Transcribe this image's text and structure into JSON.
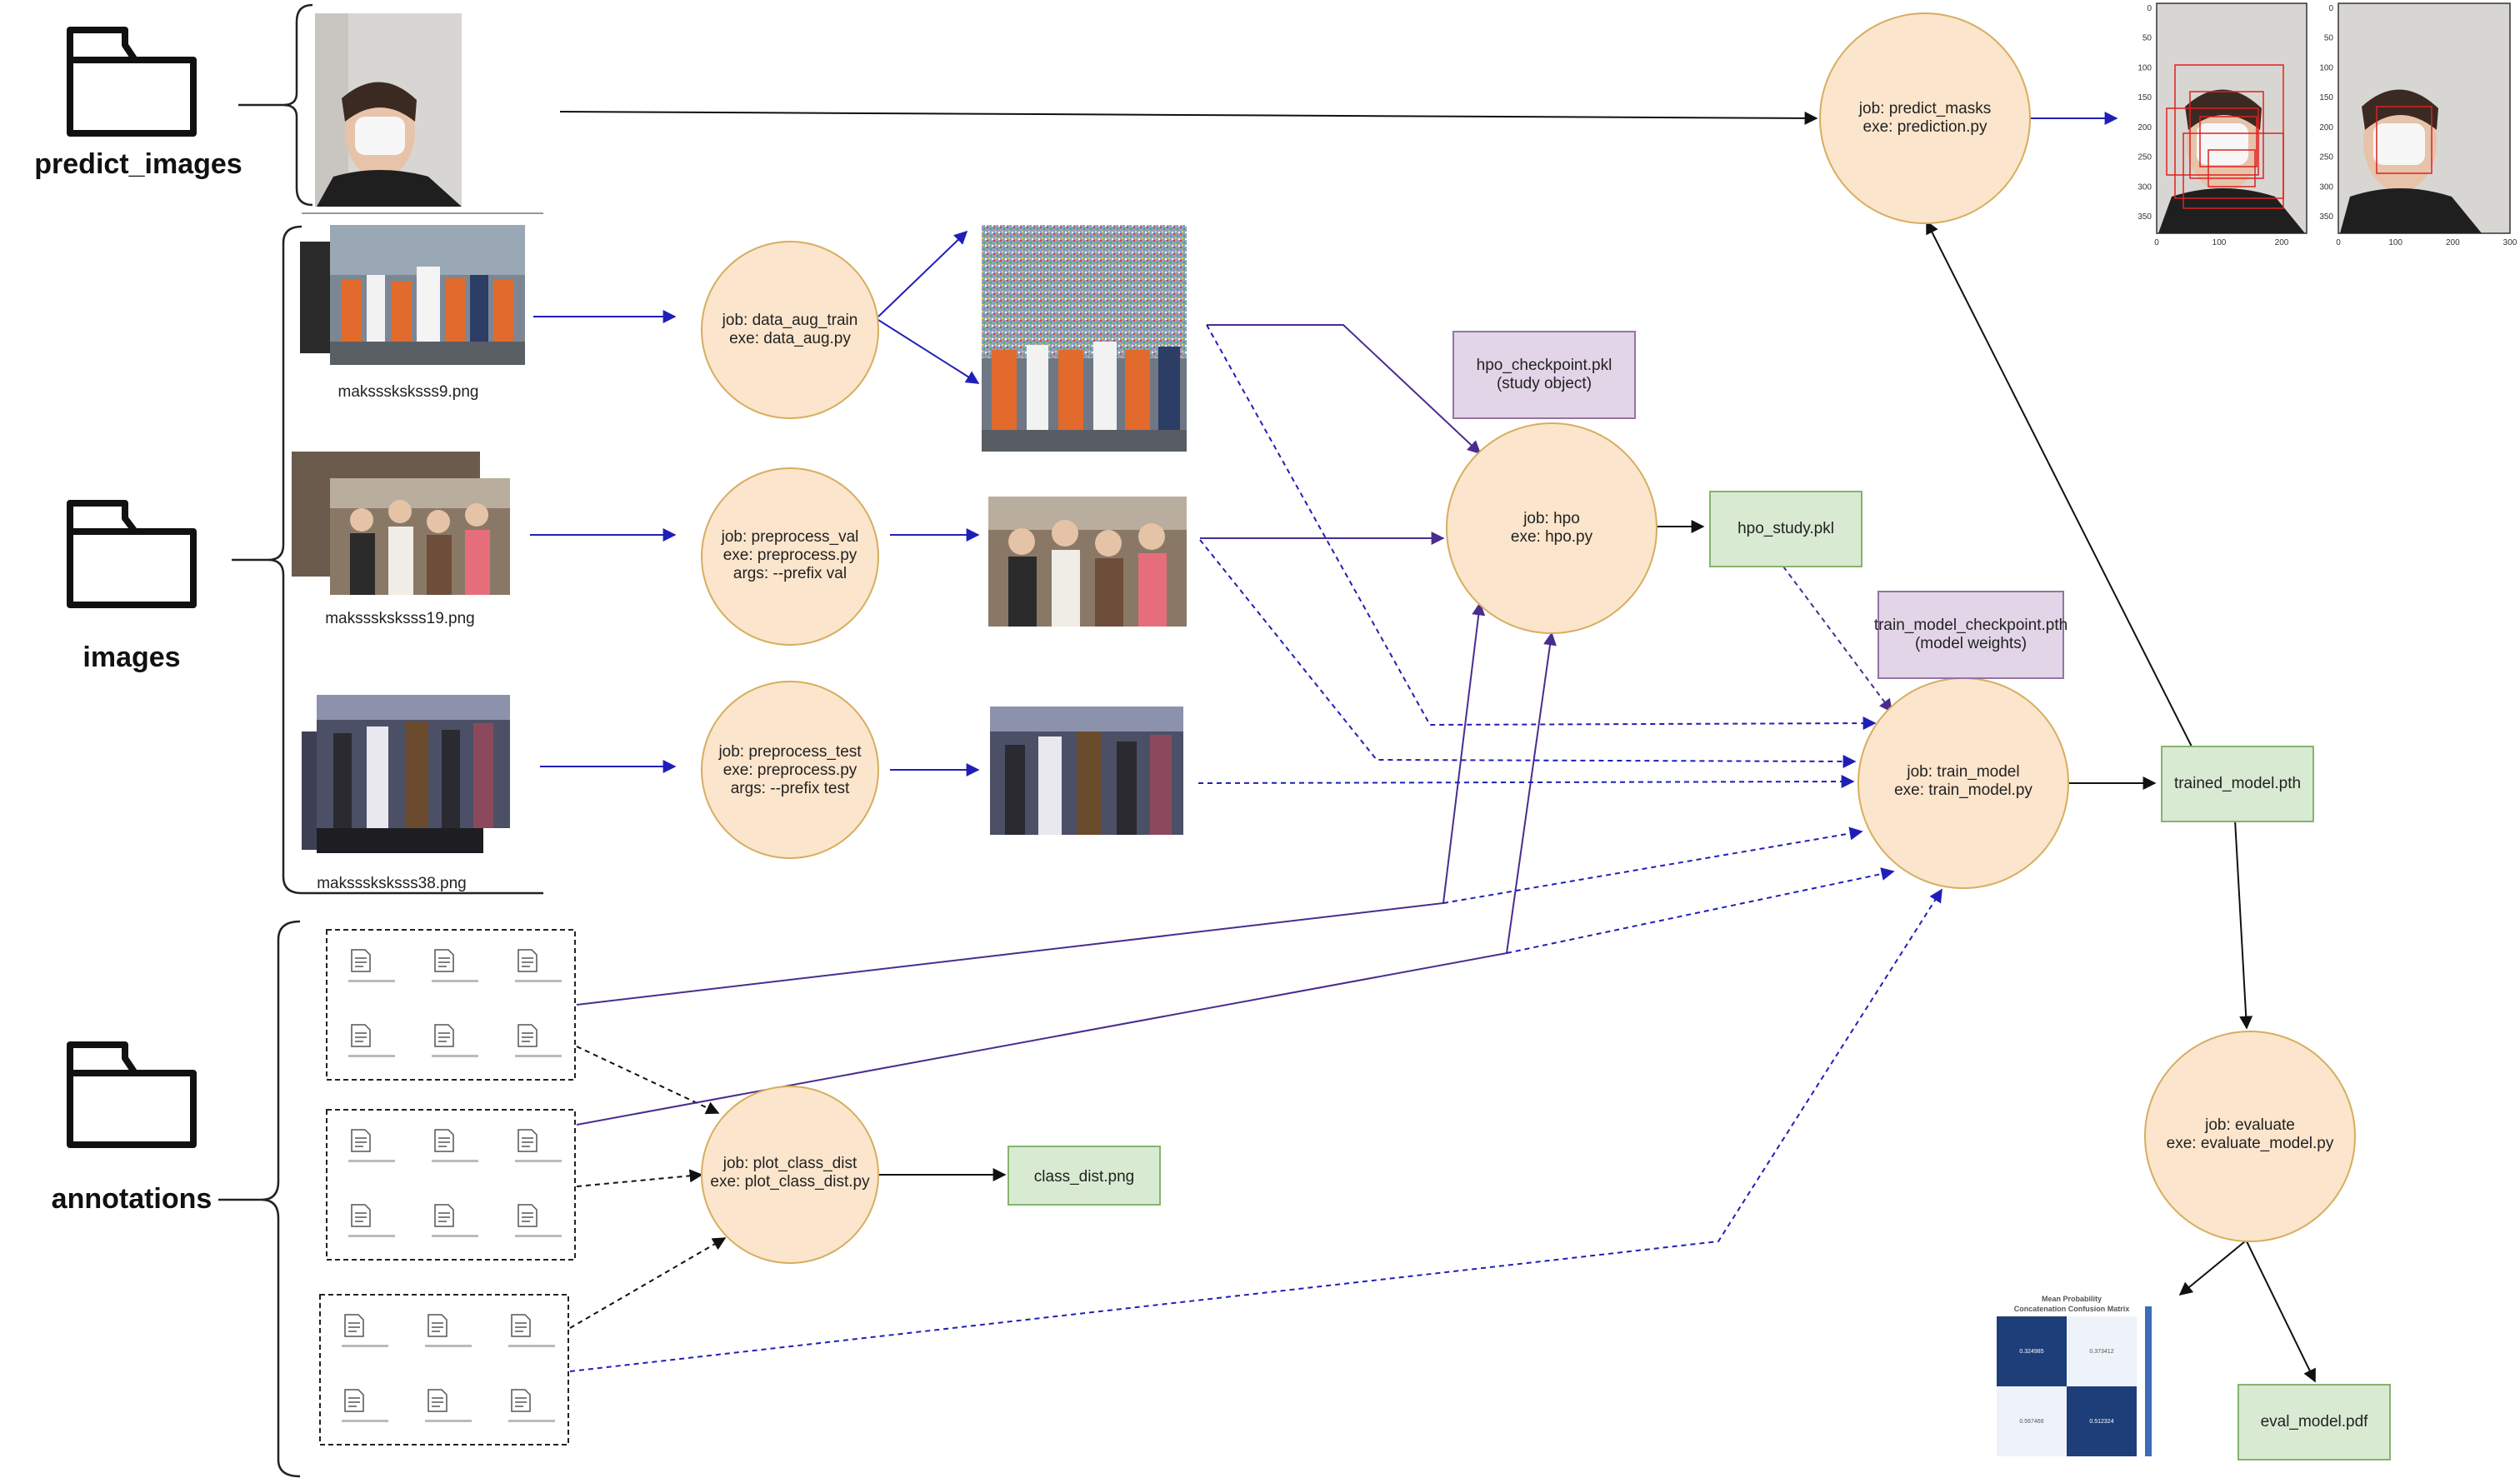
{
  "folders": {
    "predict_images": "predict_images",
    "images": "images",
    "annotations": "annotations"
  },
  "image_files": {
    "train": "maksssksksss9.png",
    "val": "maksssksksss19.png",
    "test": "maksssksksss38.png"
  },
  "jobs": {
    "data_aug_train": {
      "line1": "job: data_aug_train",
      "line2": "exe: data_aug.py"
    },
    "preprocess_val": {
      "line1": "job: preprocess_val",
      "line2": "exe: preprocess.py",
      "line3": "args: --prefix val"
    },
    "preprocess_test": {
      "line1": "job: preprocess_test",
      "line2": "exe: preprocess.py",
      "line3": "args: --prefix test"
    },
    "plot_class_dist": {
      "line1": "job: plot_class_dist",
      "line2": "exe: plot_class_dist.py"
    },
    "hpo": {
      "line1": "job: hpo",
      "line2": "exe: hpo.py"
    },
    "train_model": {
      "line1": "job: train_model",
      "line2": "exe: train_model.py"
    },
    "predict_masks": {
      "line1": "job: predict_masks",
      "line2": "exe: prediction.py"
    },
    "evaluate": {
      "line1": "job: evaluate",
      "line2": "exe: evaluate_model.py"
    }
  },
  "outputs": {
    "class_dist": "class_dist.png",
    "hpo_study": "hpo_study.pkl",
    "trained_model": "trained_model.pth",
    "eval_model": "eval_model.pdf"
  },
  "checkpoints": {
    "hpo": {
      "line1": "hpo_checkpoint.pkl",
      "line2": "(study object)"
    },
    "train": {
      "line1": "train_model_checkpoint.pth",
      "line2": "(model weights)"
    }
  },
  "prediction_plot": {
    "y_ticks": [
      "0",
      "50",
      "100",
      "150",
      "200",
      "250",
      "300",
      "350"
    ],
    "x_ticks_left": [
      "0",
      "100",
      "200"
    ],
    "x_ticks_right": [
      "0",
      "100",
      "200",
      "300"
    ]
  },
  "confusion_matrix": {
    "title_line1": "Mean Probability",
    "title_line2": "Concatenation Confusion Matrix",
    "cells": [
      "0.324985",
      "0.373412",
      "0.567466",
      "0.512324"
    ]
  },
  "colors": {
    "job_fill": "#fbe5cc",
    "job_stroke": "#d6ae5f",
    "output_fill": "#d9ead3",
    "output_stroke": "#86b36f",
    "checkpoint_fill": "#e1d5e7",
    "checkpoint_stroke": "#9673a6",
    "blue_arrow": "#1f1fb8",
    "purple_arrow": "#4a2c8f",
    "black_arrow": "#111111"
  }
}
